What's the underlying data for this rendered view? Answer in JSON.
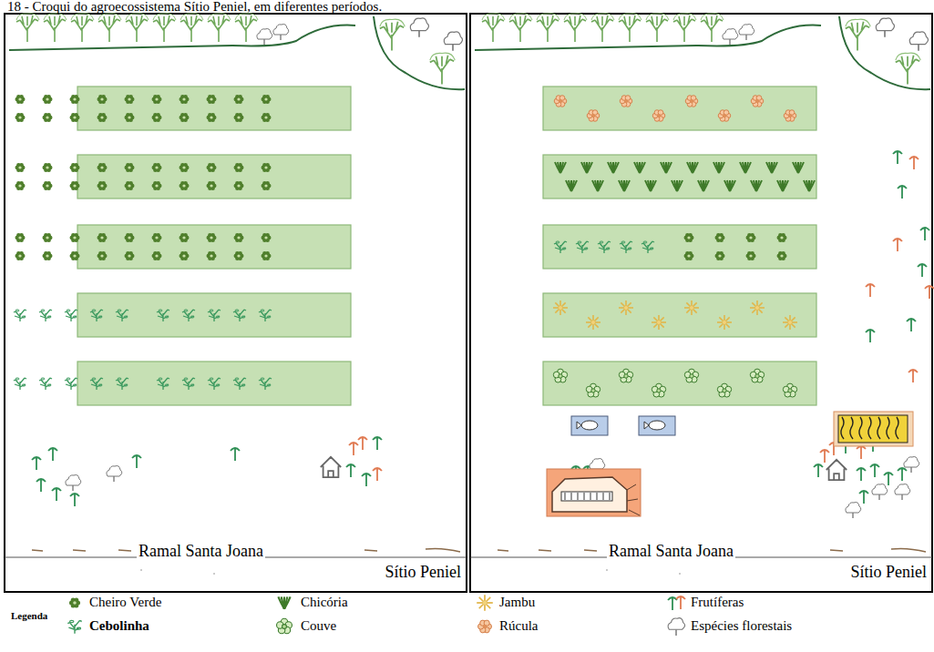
{
  "diagram": {
    "title": "18 - Croqui do agroecossistema Sítio Peniel, em diferentes períodos.",
    "labels": [
      "Ramal Santa Joana",
      "Sítio Peniel",
      "Ramal Santa Joana",
      "Sítio Peniel",
      "Legenda"
    ],
    "legend": [
      {
        "text": "Cheiro Verde"
      },
      {
        "text": "Chicória"
      },
      {
        "text": "Jambu"
      },
      {
        "text": "Frutíferas"
      },
      {
        "text": "Cebolinha"
      },
      {
        "text": "Couve"
      },
      {
        "text": "Rúcula"
      },
      {
        "text": "Espécies florestais"
      }
    ]
  }
}
